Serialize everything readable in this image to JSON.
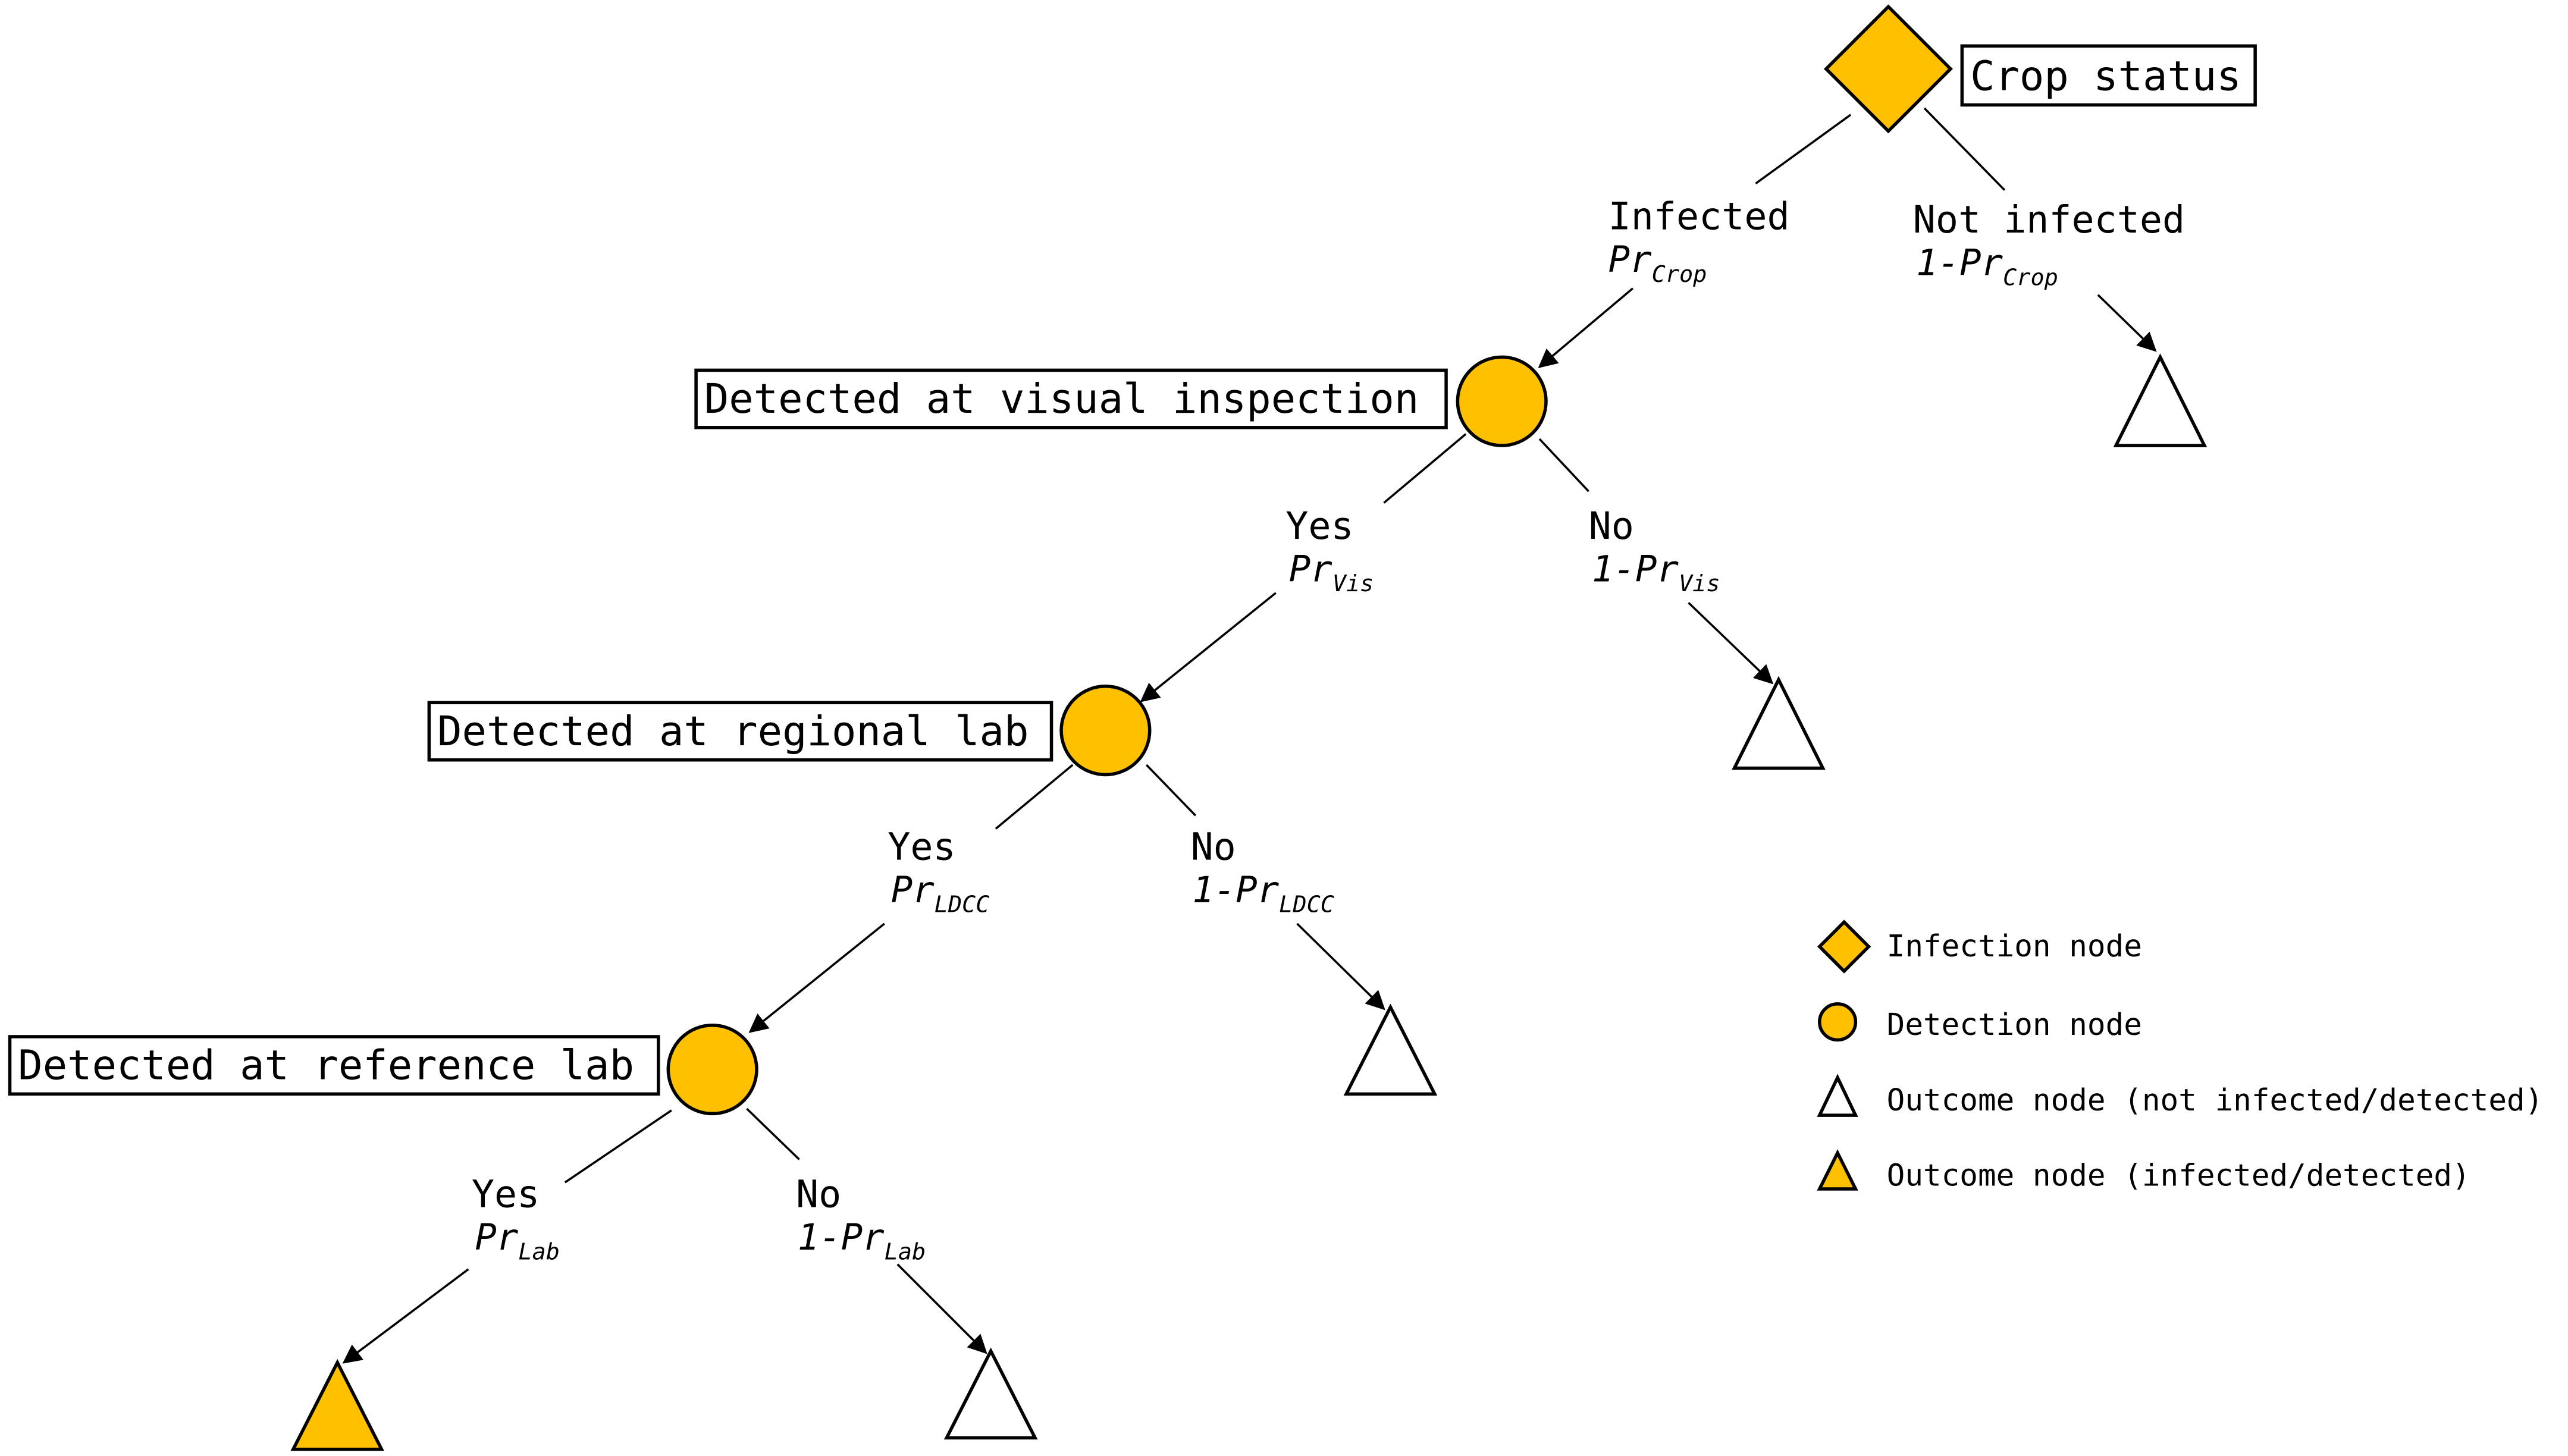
{
  "colors": {
    "node_fill": "#FFC000",
    "outline": "#000000",
    "outcome_empty": "#FFFFFF"
  },
  "nodes": {
    "crop": {
      "label": "Crop status",
      "icon": "diamond-icon"
    },
    "visual": {
      "label": "Detected at visual inspection",
      "icon": "circle-icon"
    },
    "regional": {
      "label": "Detected at regional lab",
      "icon": "circle-icon"
    },
    "reference": {
      "label": "Detected at reference lab",
      "icon": "circle-icon"
    }
  },
  "branches": {
    "infected": {
      "label": "Infected",
      "prob_main": "Pr",
      "prob_sub": "Crop"
    },
    "not_infected": {
      "label": "Not infected",
      "prob_main": "1-Pr",
      "prob_sub": "Crop"
    },
    "vis_yes": {
      "label": "Yes",
      "prob_main": "Pr",
      "prob_sub": "Vis"
    },
    "vis_no": {
      "label": "No",
      "prob_main": "1-Pr",
      "prob_sub": "Vis"
    },
    "ldcc_yes": {
      "label": "Yes",
      "prob_main": "Pr",
      "prob_sub": "LDCC"
    },
    "ldcc_no": {
      "label": "No",
      "prob_main": "1-Pr",
      "prob_sub": "LDCC"
    },
    "lab_yes": {
      "label": "Yes",
      "prob_main": "Pr",
      "prob_sub": "Lab"
    },
    "lab_no": {
      "label": "No",
      "prob_main": "1-Pr",
      "prob_sub": "Lab"
    }
  },
  "legend": [
    {
      "label": "Infection node",
      "icon": "diamond-icon"
    },
    {
      "label": "Detection node",
      "icon": "circle-icon"
    },
    {
      "label": "Outcome node (not infected/detected)",
      "icon": "triangle-outline-icon"
    },
    {
      "label": "Outcome node (infected/detected)",
      "icon": "triangle-filled-icon"
    }
  ]
}
